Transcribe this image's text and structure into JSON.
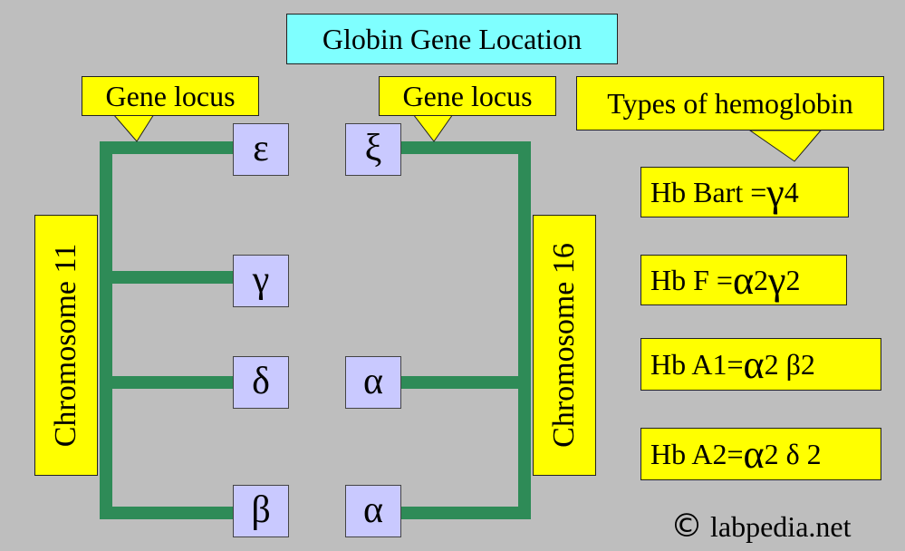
{
  "title": "Globin Gene Location",
  "callouts": {
    "left_locus": "Gene locus",
    "right_locus": "Gene locus",
    "types": "Types of hemoglobin"
  },
  "chromosomes": {
    "left": "Chromosome 11",
    "right": "Chromosome 16"
  },
  "genes_chr11": [
    "ε",
    "γ",
    "δ",
    "β"
  ],
  "genes_chr16": [
    "ξ",
    "α",
    "α"
  ],
  "hemoglobins": [
    {
      "name": "Hb Bart =",
      "formula_a": "γ",
      "formula_b": "4"
    },
    {
      "name": "Hb F =",
      "formula_a": "α",
      "formula_b": "2",
      "formula_c": "γ",
      "formula_d": "2"
    },
    {
      "name": "Hb A1=",
      "formula_a": "α",
      "formula_b": "2 β2"
    },
    {
      "name": "Hb A2=",
      "formula_a": "α",
      "formula_b": "2 δ 2"
    }
  ],
  "credit": "labpedia.net",
  "colors": {
    "background": "#bebebe",
    "chromosome_line": "#2e8b57",
    "gene_box": "#c9c9ff",
    "label": "#ffff00",
    "title_box": "#7fffff"
  }
}
